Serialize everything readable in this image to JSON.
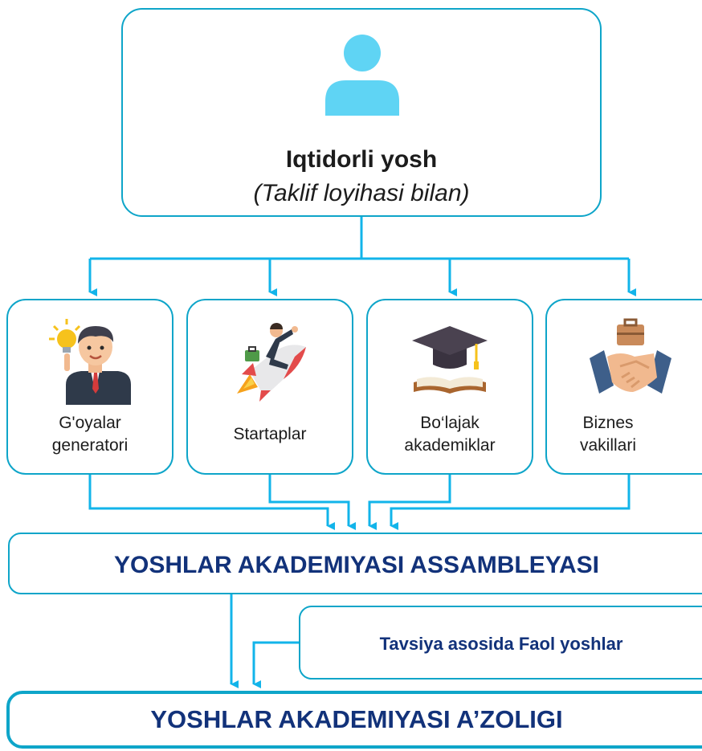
{
  "root": {
    "title": "Iqtidorli yosh",
    "subtitle": "(Taklif loyihasi bilan)",
    "icon": "person-icon"
  },
  "categories": [
    {
      "label": "G'oyalar\ngeneratori",
      "icon": "idea-person-icon"
    },
    {
      "label": "Startaplar",
      "icon": "rocket-businessman-icon"
    },
    {
      "label": "Bo‘lajak\nakademiklar",
      "icon": "graduation-cap-book-icon"
    },
    {
      "label": "Biznes\nvakillari",
      "icon": "handshake-briefcase-icon"
    }
  ],
  "assembly": {
    "label": "YOSHLAR AKADEMIYASI ASSAMBLEYASI"
  },
  "recommendation": {
    "label": "Tavsiya asosida Faol yoshlar"
  },
  "membership": {
    "label": "YOSHLAR AKADEMIYASI A’ZOLIGI"
  },
  "colors": {
    "accent": "#0ea5c9",
    "arrow": "#12b4ea",
    "heading_text": "#12327a",
    "person_icon": "#5fd4f4"
  }
}
